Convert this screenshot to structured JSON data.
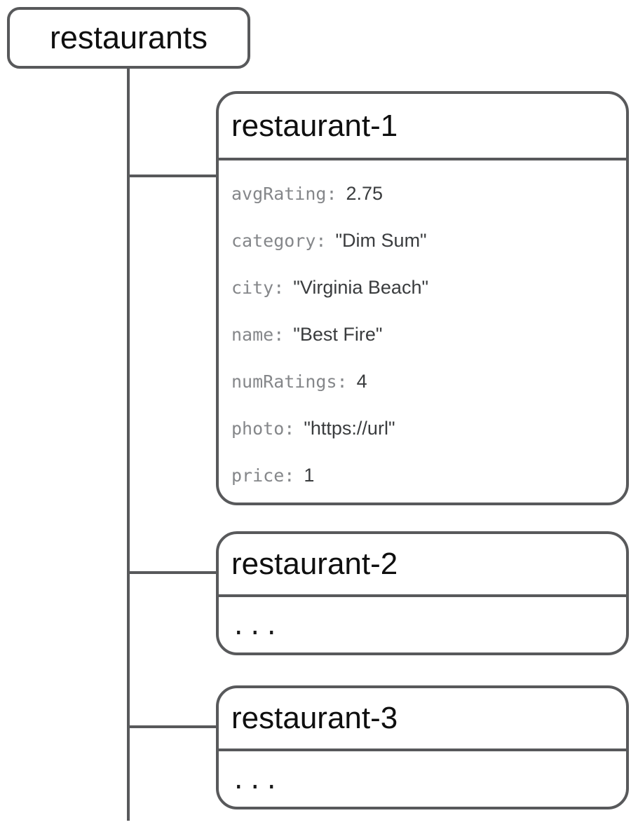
{
  "diagram": {
    "root": {
      "label": "restaurants"
    },
    "children": [
      {
        "title": "restaurant-1",
        "fields": [
          {
            "key": "avgRating:",
            "value": "2.75"
          },
          {
            "key": "category:",
            "value": "\"Dim Sum\""
          },
          {
            "key": "city:",
            "value": "\"Virginia Beach\""
          },
          {
            "key": "name:",
            "value": "\"Best Fire\""
          },
          {
            "key": "numRatings:",
            "value": "4"
          },
          {
            "key": "photo:",
            "value": "\"https://url\""
          },
          {
            "key": "price:",
            "value": "1"
          }
        ]
      },
      {
        "title": "restaurant-2",
        "body": "..."
      },
      {
        "title": "restaurant-3",
        "body": "..."
      }
    ],
    "colors": {
      "stroke": "#58595b",
      "title_text": "#0f0f0f",
      "key_text": "#85878a",
      "value_text": "#3a3c3e",
      "background": "#ffffff"
    }
  }
}
